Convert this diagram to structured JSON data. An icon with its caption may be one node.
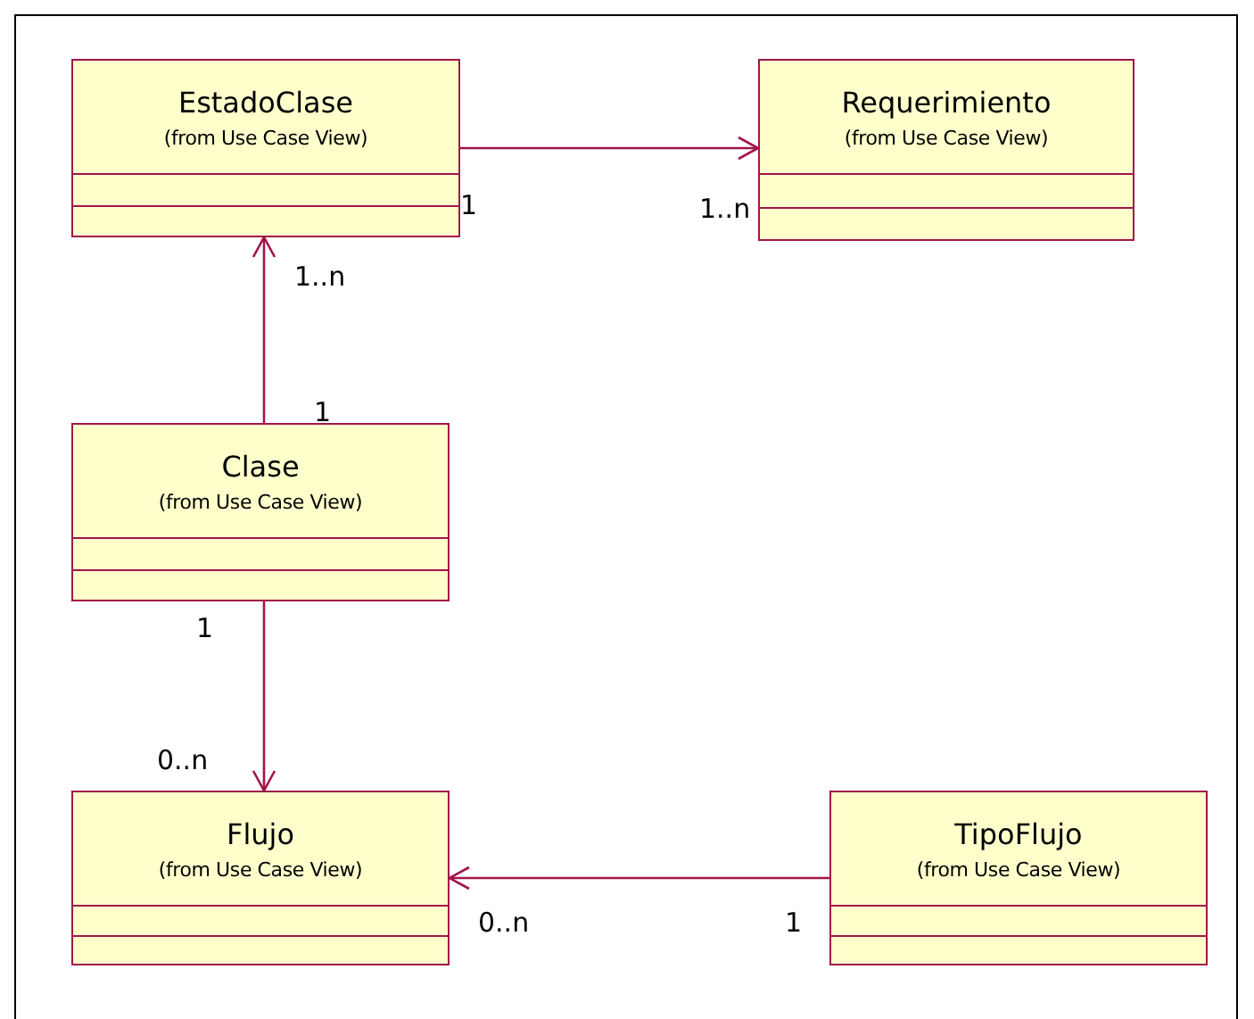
{
  "diagram": {
    "nodes": [
      {
        "text": [
          "EstadoClase",
          "(from Use Case View)"
        ]
      },
      {
        "text": [
          "Requerimiento",
          "(from Use Case View)"
        ]
      },
      {
        "text": [
          "Clase",
          "(from Use Case View)"
        ]
      },
      {
        "text": [
          "Flujo",
          "(from Use Case View)"
        ]
      },
      {
        "text": [
          "TipoFlujo",
          "(from Use Case View)"
        ]
      }
    ],
    "edges": [
      {
        "from": 0,
        "to": 1,
        "arrow": "to"
      },
      {
        "from": 2,
        "to": 0,
        "arrow": "to"
      },
      {
        "from": 2,
        "to": 3,
        "arrow": "to"
      },
      {
        "from": 4,
        "to": 3,
        "arrow": "to"
      }
    ],
    "labels": [
      "1",
      "1..n",
      "1..n",
      "1",
      "1",
      "0..n",
      "0..n",
      "1"
    ]
  }
}
